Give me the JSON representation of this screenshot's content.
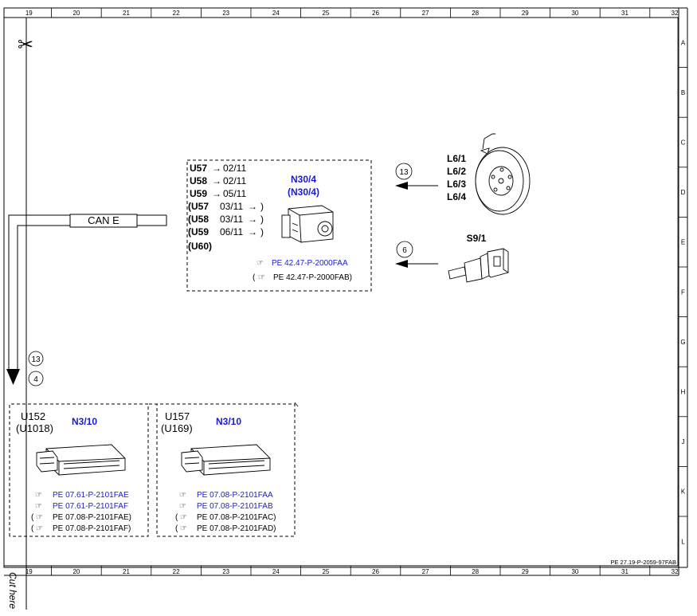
{
  "grid": {
    "columns": [
      "19",
      "20",
      "21",
      "22",
      "23",
      "24",
      "25",
      "26",
      "27",
      "28",
      "29",
      "30",
      "31",
      "32"
    ],
    "rows": [
      "A",
      "B",
      "C",
      "D",
      "E",
      "F",
      "G",
      "H",
      "J",
      "K",
      "L"
    ]
  },
  "bus": {
    "label": "CAN E"
  },
  "modules": {
    "n30": {
      "title": "N30/4",
      "title_alt": "(N30/4)",
      "variants": [
        {
          "code": "U57",
          "date": "02/11"
        },
        {
          "code": "U58",
          "date": "02/11"
        },
        {
          "code": "U59",
          "date": "05/11"
        },
        {
          "code": "(U57",
          "date": "03/11"
        },
        {
          "code": "(U58",
          "date": "03/11"
        },
        {
          "code": "(U59",
          "date": "06/11"
        }
      ],
      "extra": "(U60)",
      "refs": [
        "PE 42.47-P-2000FAA",
        "(",
        "PE 42.47-P-2000FAB)"
      ]
    },
    "n3_left": {
      "title": "N3/10",
      "code1": "U152",
      "code2": "(U1018)",
      "refs": [
        "PE 07.61-P-2101FAE",
        "PE 07.61-P-2101FAF",
        "PE 07.08-P-2101FAE)",
        "PE 07.08-P-2101FAF)"
      ]
    },
    "n3_right": {
      "title": "N3/10",
      "code1": "U157",
      "code2": "(U169)",
      "refs": [
        "PE 07.08-P-2101FAA",
        "PE 07.08-P-2101FAB",
        "PE 07.08-P-2101FAC)",
        "PE 07.08-P-2101FAD)"
      ]
    }
  },
  "sensors": {
    "wheel": {
      "labels": [
        "L6/1",
        "L6/2",
        "L6/3",
        "L6/4"
      ],
      "marker": "13"
    },
    "switch": {
      "label": "S9/1",
      "marker": "6"
    }
  },
  "down_markers": [
    "13",
    "4"
  ],
  "footer": {
    "doc_ref": "PE 27.19-P-2059-97FAB",
    "cut_here": "Cut here"
  }
}
